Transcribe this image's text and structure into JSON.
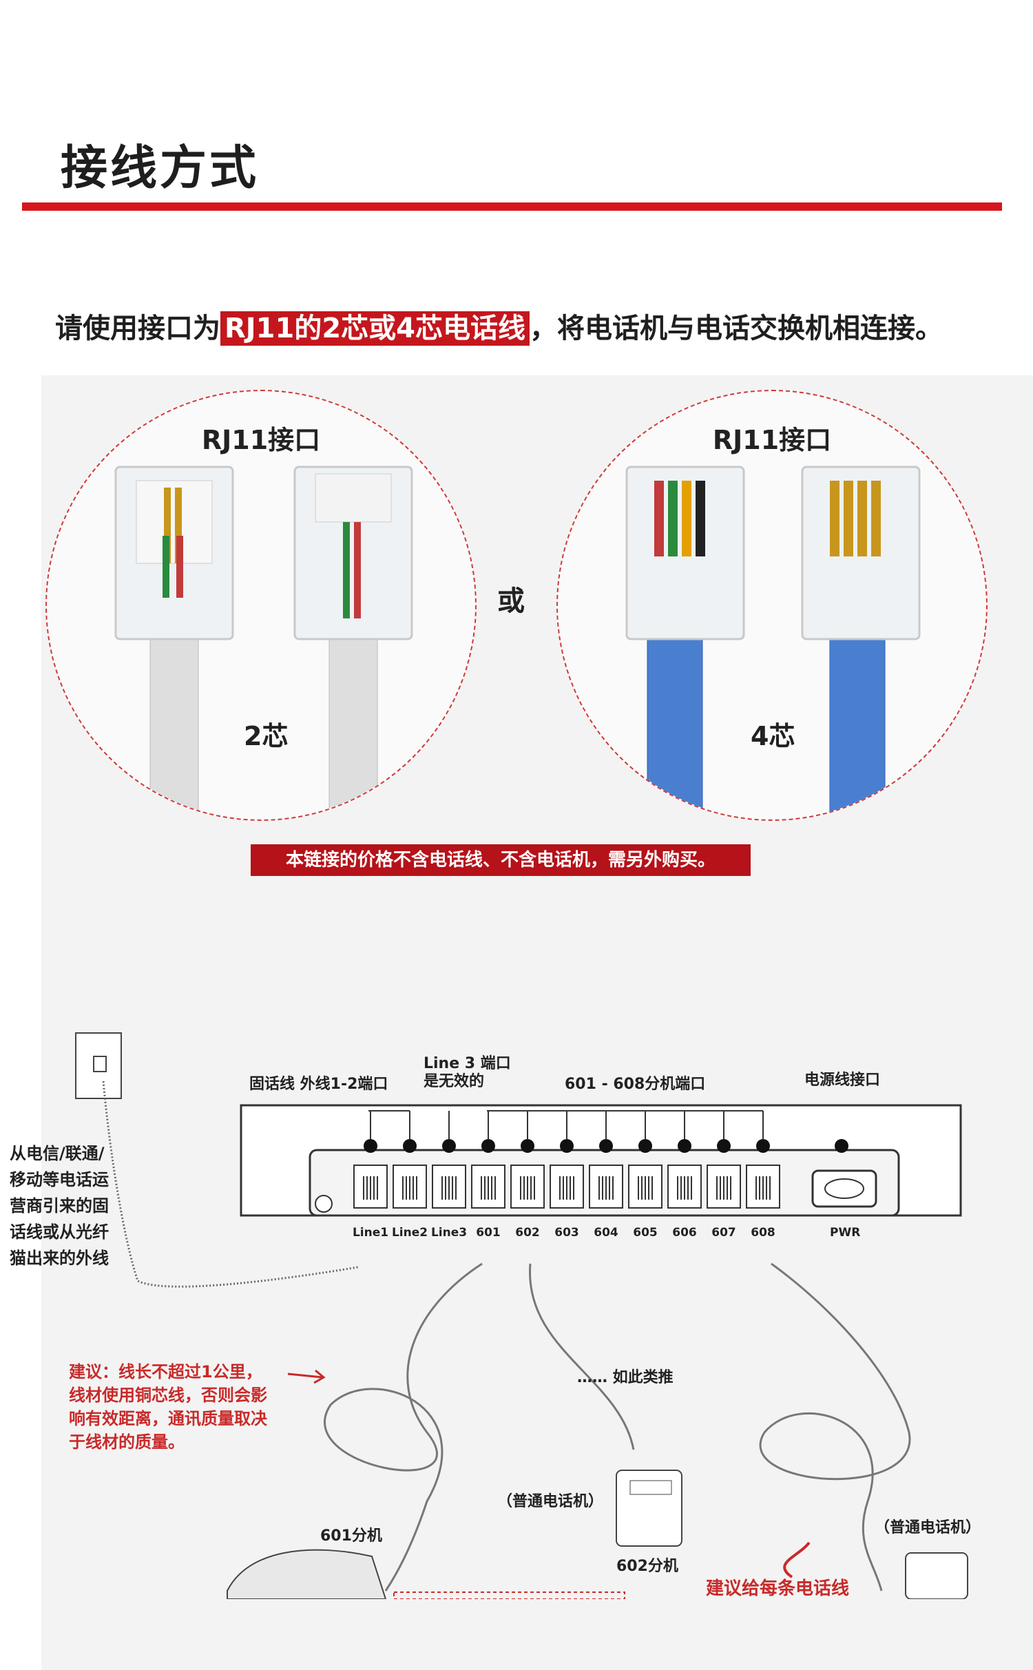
{
  "header": {
    "title": "接线方式"
  },
  "intro": {
    "before": "请使用接口为",
    "highlight": "RJ11的2芯或4芯电话线",
    "after": "，将电话机与电话交换机相连接。"
  },
  "cables": {
    "left": {
      "title": "RJ11接口",
      "core_label": "2芯"
    },
    "right": {
      "title": "RJ11接口",
      "core_label": "4芯"
    },
    "or_label": "或"
  },
  "price_note": "本链接的价格不含电话线、不含电话机，需另外购买。",
  "diagram": {
    "labels": {
      "landline": "固话线 外线1-2端口",
      "line3_a": "Line 3 端口",
      "line3_b": "是无效的",
      "ext_ports": "601 - 608分机端口",
      "power": "电源线接口"
    },
    "wall_source": [
      "从电信/联通/",
      "移动等电话运",
      "营商引来的固",
      "话线或从光纤",
      "猫出来的外线"
    ],
    "ports": [
      "Line1",
      "Line2",
      "Line3",
      "601",
      "602",
      "603",
      "604",
      "605",
      "606",
      "607",
      "608"
    ],
    "power_port": "PWR",
    "advice": [
      "建议：线长不超过1公里，",
      "线材使用铜芯线，否则会影",
      "响有效距离，通讯质量取决",
      "于线材的质量。"
    ],
    "and_so_on": "…… 如此类推",
    "phone_label_1": "（普通电话机）",
    "phone_label_2": "（普通电话机）",
    "ext_601": "601分机",
    "ext_602": "602分机",
    "bottom_advice": "建议给每条电话线"
  }
}
